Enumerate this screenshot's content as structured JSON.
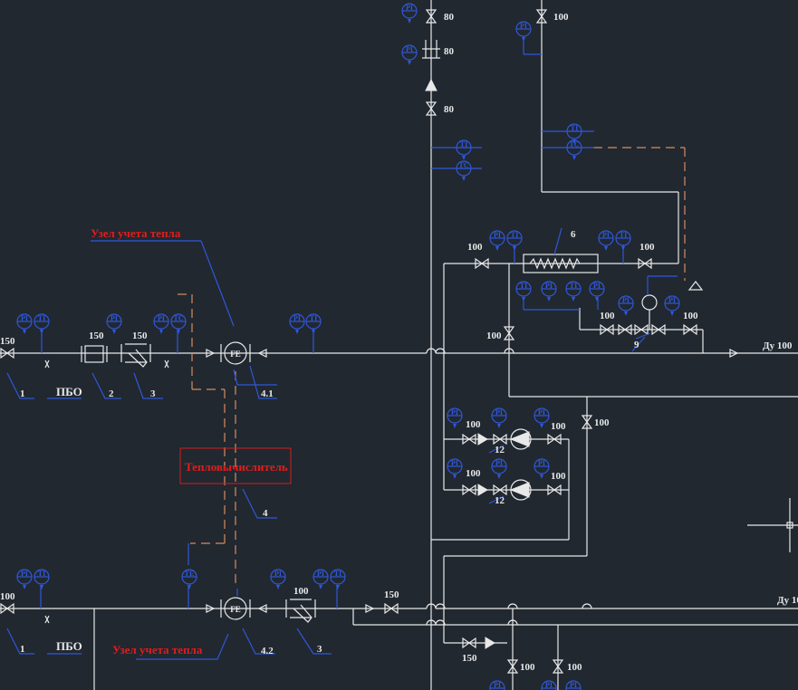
{
  "diagram": {
    "red_labels": {
      "heat_node_top": "Узел учета тепла",
      "heat_node_bottom": "Узел учета тепла",
      "heat_calculator": "Тепловычислитель"
    },
    "pbo_labels": [
      "ПБО",
      "ПБО"
    ],
    "callouts": [
      "1",
      "2",
      "3",
      "4.1",
      "4",
      "1",
      "3",
      "4.2",
      "6",
      "9",
      "12",
      "12"
    ],
    "pipe_sizes": [
      "80",
      "80",
      "80",
      "100",
      "150",
      "150",
      "150",
      "100",
      "100",
      "100",
      "100",
      "100",
      "100",
      "100",
      "100",
      "100",
      "100",
      "100",
      "100",
      "150",
      "150",
      "100",
      "100",
      "100",
      "100"
    ],
    "dn_labels": [
      "Ду 100",
      "Ду 10"
    ],
    "flow_element_label": "FE",
    "instrument_tags": [
      "PI",
      "TI",
      "PC",
      "TC",
      "TE"
    ]
  }
}
